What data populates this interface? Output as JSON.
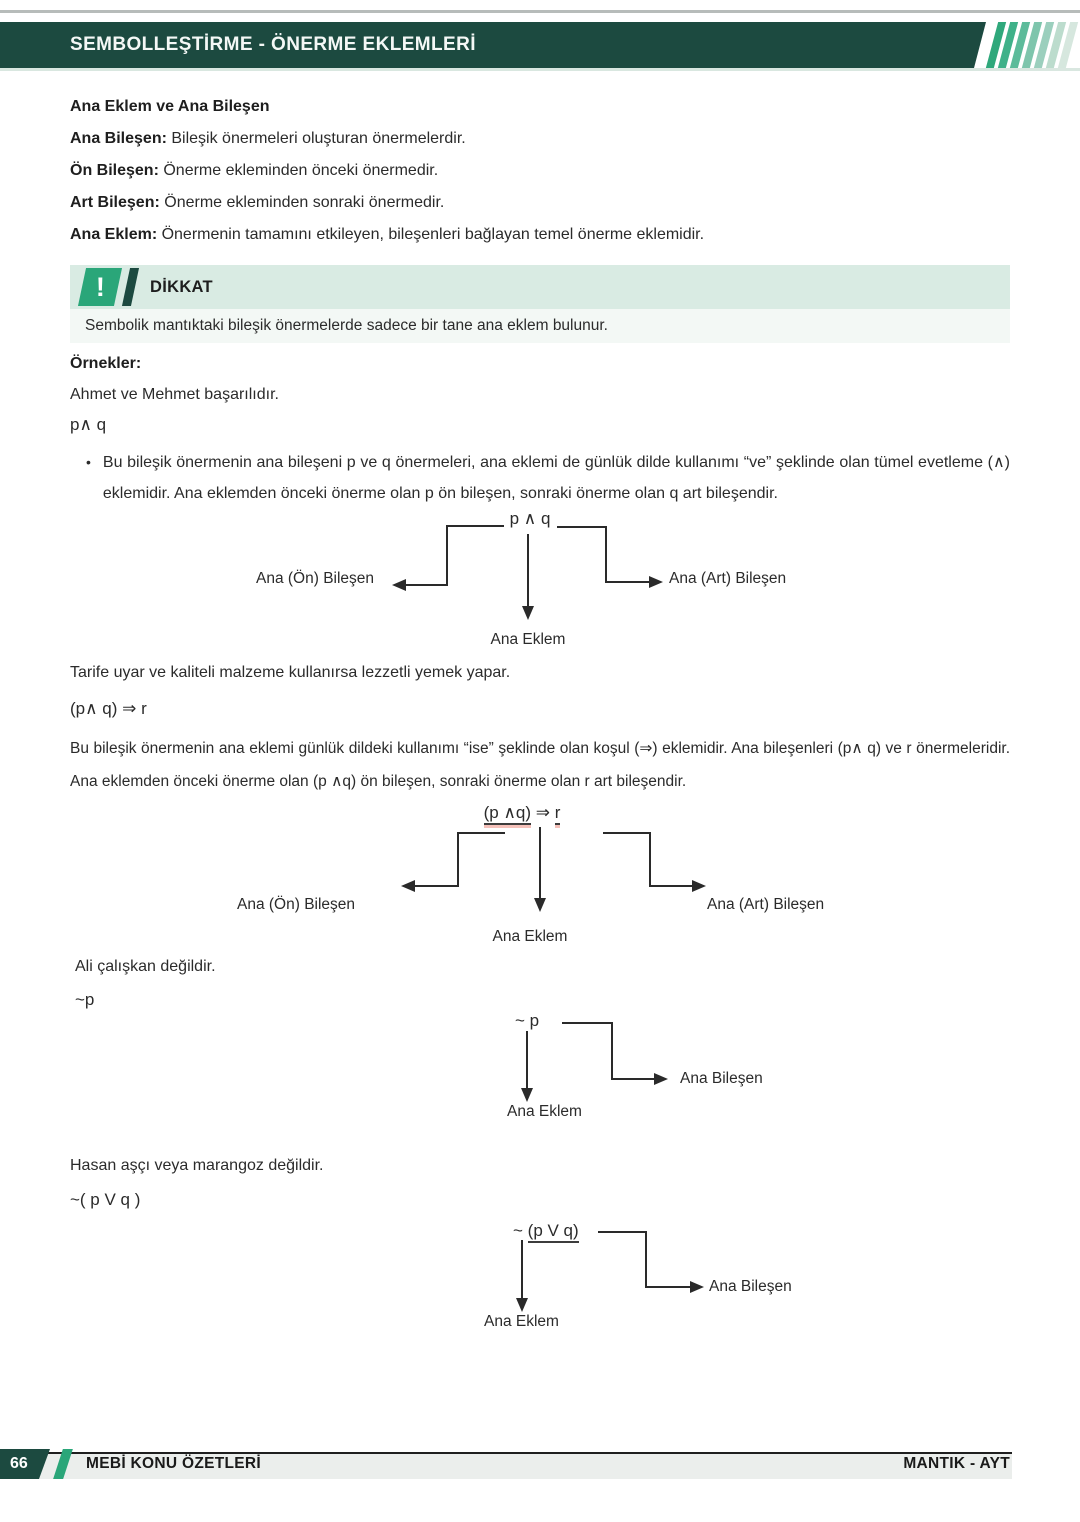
{
  "header": {
    "title": "SEMBOLLEŞTİRME - ÖNERME EKLEMLERİ",
    "stripe_colors": [
      "#2fa87b",
      "#3fb189",
      "#5cbb9a",
      "#7ec5ac",
      "#9bcfbd",
      "#bcdccd",
      "#d6e7de"
    ]
  },
  "definitions": {
    "heading": "Ana Eklem ve Ana Bileşen",
    "items": [
      {
        "term": "Ana Bileşen:",
        "text": " Bileşik önermeleri oluşturan önermelerdir."
      },
      {
        "term": "Ön Bileşen:",
        "text": " Önerme ekleminden önceki önermedir."
      },
      {
        "term": "Art Bileşen:",
        "text": " Önerme ekleminden sonraki önermedir."
      },
      {
        "term": "Ana Eklem:",
        "text": " Önermenin tamamını etkileyen, bileşenleri bağlayan temel önerme eklemidir."
      }
    ]
  },
  "dikkat": {
    "icon_char": "!",
    "title": "DİKKAT",
    "note": "Sembolik mantıktaki bileşik önermelerde sadece bir tane ana eklem bulunur."
  },
  "examples_heading": "Örnekler:",
  "example1": {
    "sentence": "Ahmet ve Mehmet başarılıdır.",
    "formula": "p∧ q",
    "bullet": "•",
    "note": "Bu bileşik önermenin ana bileşeni p ve q önermeleri, ana eklemi de günlük dilde kullanımı “ve” şeklinde olan tümel evetleme (∧) eklemidir. Ana eklemden önceki önerme olan p ön bileşen, sonraki önerme olan q art bileşendir."
  },
  "diagram1": {
    "formula": "p ∧ q",
    "left_label": "Ana (Ön) Bileşen",
    "right_label": "Ana (Art) Bileşen",
    "bottom_label": "Ana Eklem"
  },
  "example2": {
    "sentence": "Tarife uyar ve kaliteli malzeme kullanırsa lezzetli yemek yapar.",
    "formula": "(p∧ q) ⇒ r",
    "note": "Bu bileşik önermenin ana eklemi günlük dildeki kullanımı “ise” şeklinde olan koşul (⇒) eklemidir. Ana bileşenleri (p∧ q) ve r önermeleridir. Ana eklemden önceki önerme olan (p ∧q) ön bileşen, sonraki önerme olan r art bileşendir."
  },
  "diagram2": {
    "formula_lhs": "(p ∧q)",
    "formula_arrow": " ⇒ ",
    "formula_rhs": "r",
    "left_label": "Ana (Ön) Bileşen",
    "right_label": "Ana (Art) Bileşen",
    "bottom_label": "Ana Eklem"
  },
  "example3": {
    "sentence": "Ali çalışkan değildir.",
    "formula": "~p"
  },
  "diagram3": {
    "formula": "~ p",
    "right_label": "Ana Bileşen",
    "bottom_label": "Ana Eklem"
  },
  "example4": {
    "sentence": "Hasan aşçı veya marangoz değildir.",
    "formula": "~( p V q )"
  },
  "diagram4": {
    "formula_neg": "~ ",
    "formula_body": "(p V q)",
    "right_label": "Ana Bileşen",
    "bottom_label": "Ana Eklem"
  },
  "footer": {
    "page_number": "66",
    "series_title": "MEBİ KONU ÖZETLERİ",
    "subject": "MANTIK - AYT"
  },
  "colors": {
    "header_bar": "#1c4a40",
    "accent_green": "#2aa679",
    "dikkat_band": "#d9ebe3",
    "dikkat_note_band": "#f3f8f5",
    "footer_band": "#ebeeec"
  }
}
